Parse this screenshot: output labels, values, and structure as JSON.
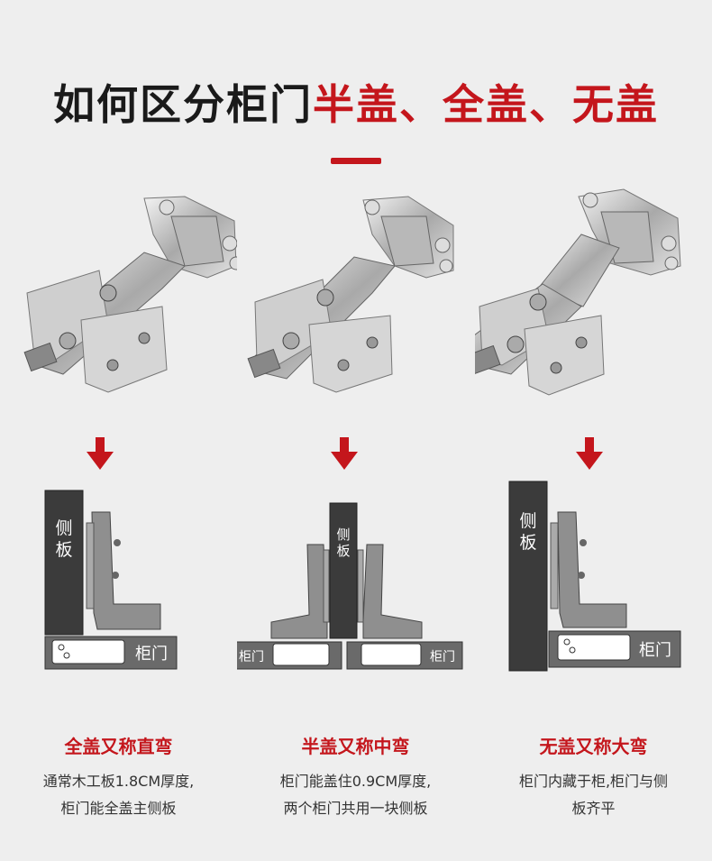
{
  "header": {
    "title_main": "如何区分柜门",
    "title_accent": "半盖、全盖、无盖"
  },
  "colors": {
    "accent": "#c4161c",
    "text_dark": "#1a1a1a",
    "panel_dark": "#3b3b3b",
    "door_gray": "#6a6a6a",
    "hinge_gray": "#8f8f8f",
    "background": "#eeeeee"
  },
  "columns": [
    {
      "caption": "全盖又称直弯",
      "desc_line1": "通常木工板1.8CM厚度,",
      "desc_line2": "柜门能全盖主侧板",
      "side_label_top": "侧",
      "side_label_bottom": "板",
      "door_label": "柜门"
    },
    {
      "caption": "半盖又称中弯",
      "desc_line1": "柜门能盖住0.9CM厚度,",
      "desc_line2": "两个柜门共用一块侧板",
      "side_label_top": "侧",
      "side_label_bottom": "板",
      "door_label_left": "柜门",
      "door_label_right": "柜门"
    },
    {
      "caption": "无盖又称大弯",
      "desc_line1": "柜门内藏于柜,柜门与侧",
      "desc_line2": "板齐平",
      "side_label_top": "侧",
      "side_label_bottom": "板",
      "door_label": "柜门"
    }
  ],
  "icons": {
    "hinge": "hinge-photo-icon",
    "arrow": "arrow-down-icon"
  }
}
